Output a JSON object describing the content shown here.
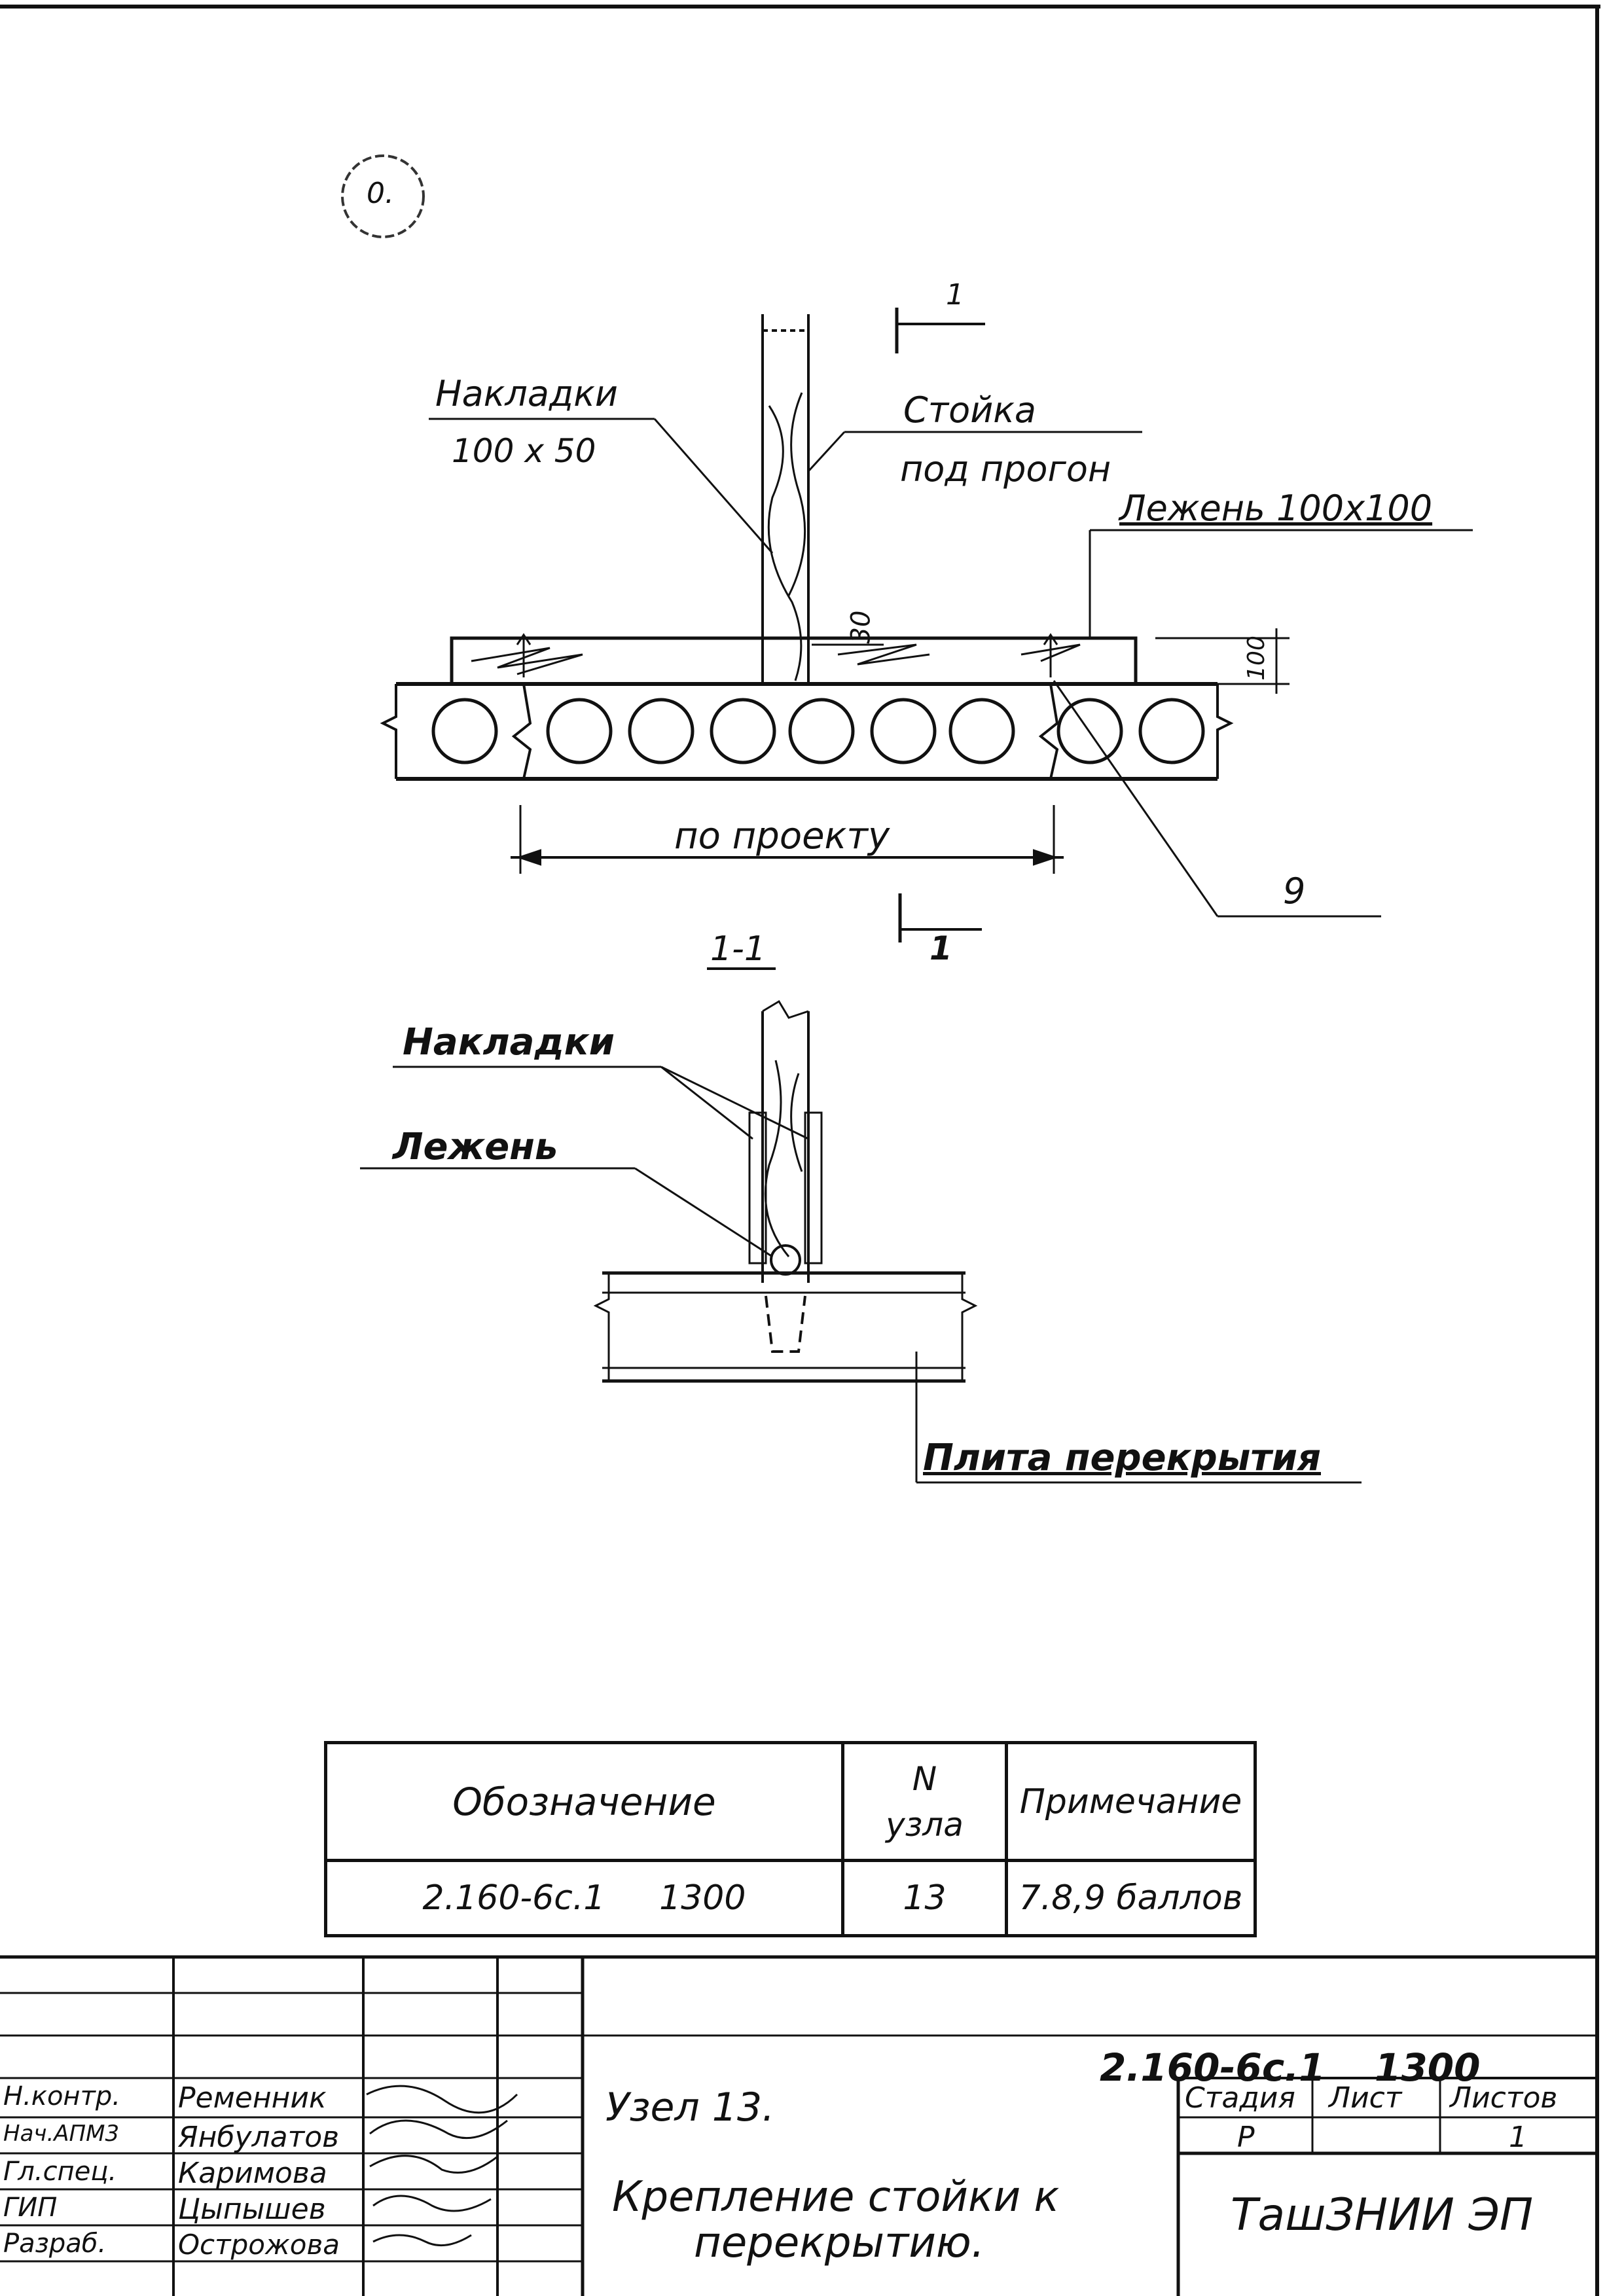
{
  "sheet": {
    "stamp_mark": "0."
  },
  "drawing_main": {
    "label_nakladki": "Накладки",
    "label_nakladki_size": "100 x 50",
    "label_stoyka": "Стойка",
    "label_stoyka_sub": "под прогон",
    "label_lezhen": "Лежень 100x100",
    "dim_30": "30",
    "dim_100": "100",
    "dim_span": "по проекту",
    "label_9": "9",
    "section_mark_top": "1",
    "section_mark_bottom": "1"
  },
  "section_view": {
    "title": "1-1",
    "label_nakladki": "Накладки",
    "label_lezhen": "Лежень",
    "label_plita": "Плита перекрытия"
  },
  "spec_table": {
    "headers": [
      "Обозначение",
      "N узла",
      "Примечание"
    ],
    "row": [
      "2.160-6с.1     1300",
      "13",
      "7.8,9 баллов"
    ]
  },
  "title_block": {
    "doc_code": "2.160-6с.1",
    "doc_num": "1300",
    "node_title": "Узел 13.",
    "description_line1": "Крепление стойки к",
    "description_line2": "перекрытию.",
    "stage_label": "Стадия",
    "sheet_label": "Лист",
    "sheets_label": "Листов",
    "stage_value": "Р",
    "sheet_value": "",
    "sheets_value": "1",
    "organization": "ТашЗНИИ ЭП",
    "signatures": [
      {
        "role": "Н.контр.",
        "name": "Ременник"
      },
      {
        "role": "Нач.АПМ3",
        "name": "Янбулатов"
      },
      {
        "role": "Гл.спец.",
        "name": "Каримова"
      },
      {
        "role": "ГИП",
        "name": "Цыпышев"
      },
      {
        "role": "Разраб.",
        "name": "Острожова"
      }
    ]
  }
}
